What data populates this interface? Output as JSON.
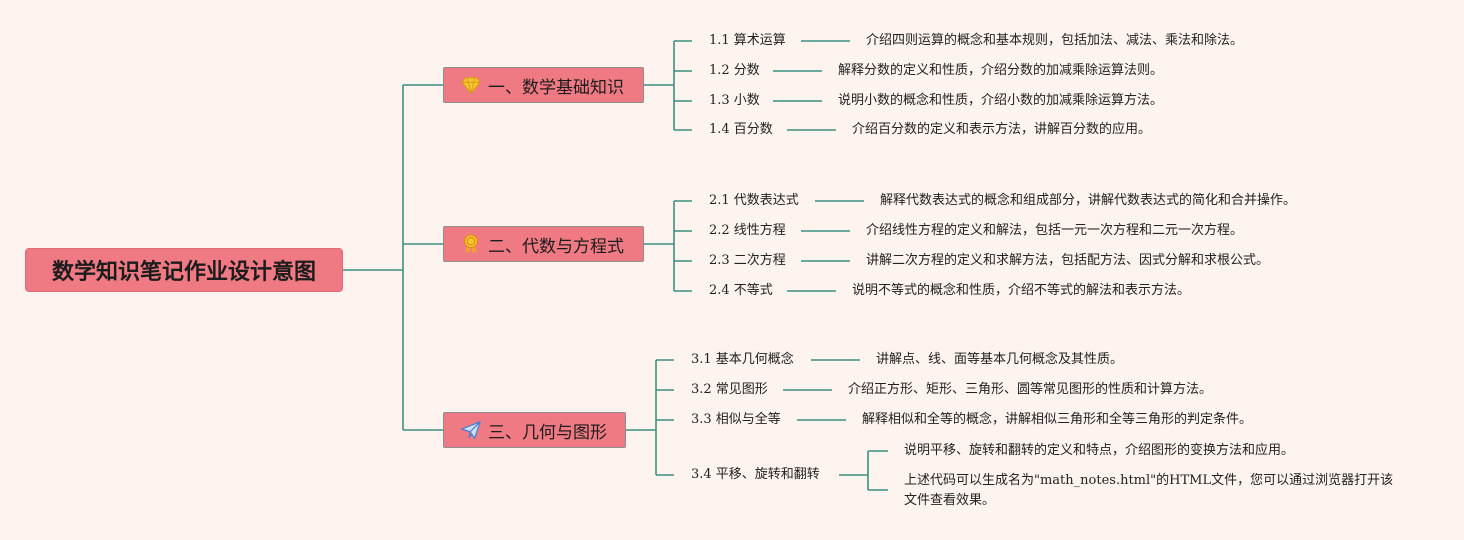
{
  "root": {
    "title": "数学知识笔记作业设计意图"
  },
  "branches": [
    {
      "label": "一、数学基础知识",
      "icon": "diamond-icon",
      "topics": [
        {
          "label": "1.1 算术运算",
          "desc": "介绍四则运算的概念和基本规则，包括加法、减法、乘法和除法。"
        },
        {
          "label": "1.2 分数",
          "desc": "解释分数的定义和性质，介绍分数的加减乘除运算法则。"
        },
        {
          "label": "1.3 小数",
          "desc": "说明小数的概念和性质，介绍小数的加减乘除运算方法。"
        },
        {
          "label": "1.4 百分数",
          "desc": "介绍百分数的定义和表示方法，讲解百分数的应用。"
        }
      ]
    },
    {
      "label": "二、代数与方程式",
      "icon": "award-medal-icon",
      "topics": [
        {
          "label": "2.1 代数表达式",
          "desc": "解释代数表达式的概念和组成部分，讲解代数表达式的简化和合并操作。"
        },
        {
          "label": "2.2 线性方程",
          "desc": "介绍线性方程的定义和解法，包括一元一次方程和二元一次方程。"
        },
        {
          "label": "2.3 二次方程",
          "desc": "讲解二次方程的定义和求解方法，包括配方法、因式分解和求根公式。"
        },
        {
          "label": "2.4 不等式",
          "desc": "说明不等式的概念和性质，介绍不等式的解法和表示方法。"
        }
      ]
    },
    {
      "label": "三、几何与图形",
      "icon": "paper-plane-icon",
      "topics": [
        {
          "label": "3.1 基本几何概念",
          "desc": "讲解点、线、面等基本几何概念及其性质。"
        },
        {
          "label": "3.2 常见图形",
          "desc": "介绍正方形、矩形、三角形、圆等常见图形的性质和计算方法。"
        },
        {
          "label": "3.3 相似与全等",
          "desc": "解释相似和全等的概念，讲解相似三角形和全等三角形的判定条件。"
        },
        {
          "label": "3.4 平移、旋转和翻转",
          "descs": [
            "说明平移、旋转和翻转的定义和特点，介绍图形的变换方法和应用。",
            "上述代码可以生成名为\"math_notes.html\"的HTML文件，您可以通过浏览器打开该文件查看效果。"
          ]
        }
      ]
    }
  ],
  "colors": {
    "line": "#3f8f80",
    "node": "#f07a84",
    "background": "#fdf4ef"
  }
}
